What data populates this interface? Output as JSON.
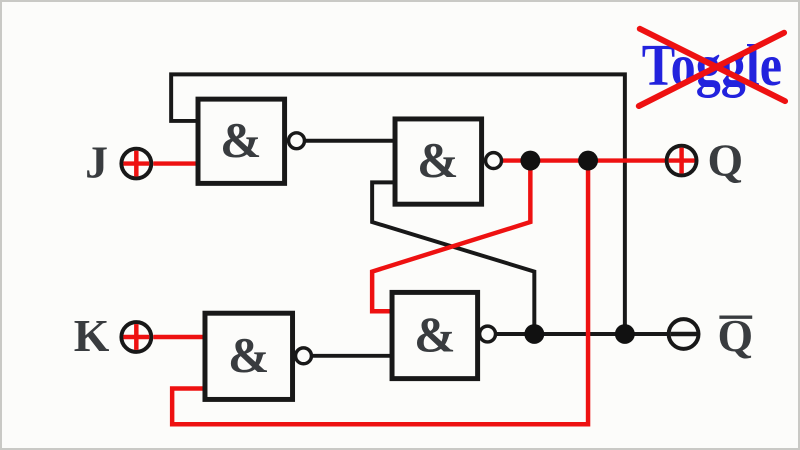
{
  "colors": {
    "background": "#fcfcfa",
    "frame_border": "#c9c9c5",
    "wire_high": "#ee1111",
    "wire_low": "#181818",
    "gate_outline": "#181818",
    "junction": "#111111",
    "label_text": "#393c3f",
    "annotation_text": "#2222dd",
    "annotation_cross": "#ee1111"
  },
  "annotation": {
    "label": "Toggle",
    "struck_through": true
  },
  "terminals": {
    "j": {
      "label": "J",
      "symbol": "plus",
      "level": "high"
    },
    "k": {
      "label": "K",
      "symbol": "plus",
      "level": "high"
    },
    "q": {
      "label": "Q",
      "symbol": "plus",
      "level": "high"
    },
    "q_bar": {
      "label": "Q",
      "overline": true,
      "symbol": "minus",
      "level": "low"
    }
  },
  "gates": {
    "g1": {
      "label": "&"
    },
    "g2": {
      "label": "&"
    },
    "g3": {
      "label": "&"
    },
    "g4": {
      "label": "&"
    }
  }
}
